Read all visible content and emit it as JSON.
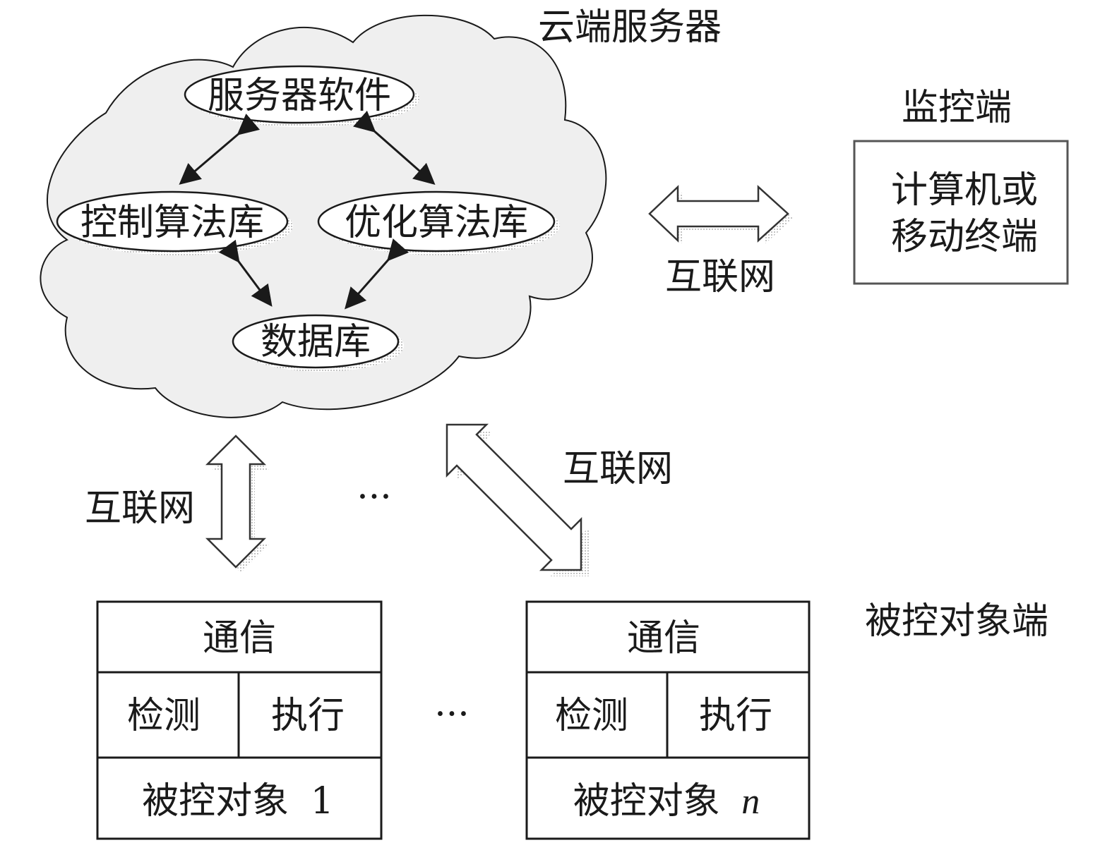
{
  "cloud_server": {
    "title": "云端服务器",
    "server_software": "服务器软件",
    "control_algorithm_library": "控制算法库",
    "optimization_algorithm_library": "优化算法库",
    "database": "数据库"
  },
  "monitor": {
    "title": "监控端",
    "box_line1": "计算机或",
    "box_line2": "移动终端",
    "link_label": "互联网"
  },
  "links": {
    "left_label": "互联网",
    "diagonal_label": "互联网",
    "top_ellipsis": "···",
    "bottom_ellipsis": "···"
  },
  "controlled_side": {
    "title": "被控对象端",
    "object_1": {
      "communication": "通信",
      "detection": "检测",
      "execution": "执行",
      "name_prefix": "被控对象",
      "index": "1"
    },
    "object_n": {
      "communication": "通信",
      "detection": "检测",
      "execution": "执行",
      "name_prefix": "被控对象",
      "index": "n"
    }
  },
  "colors": {
    "stroke": "#1a1a1a",
    "cloud_fill": "#efefef",
    "shadow": "#b8b8b8",
    "background": "#ffffff"
  }
}
